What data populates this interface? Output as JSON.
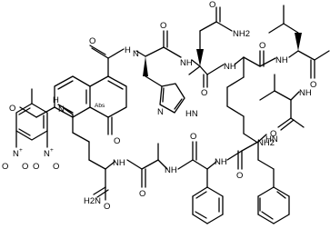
{
  "atoms": {
    "O": "O",
    "H": "H",
    "N": "N",
    "NH": "NH",
    "NH2": "NH2",
    "HN": "HN",
    "H2N": "H2N",
    "N_plus": "N",
    "plus": "+",
    "O_minus": "O",
    "minus": "-",
    "abs": "Abs"
  }
}
